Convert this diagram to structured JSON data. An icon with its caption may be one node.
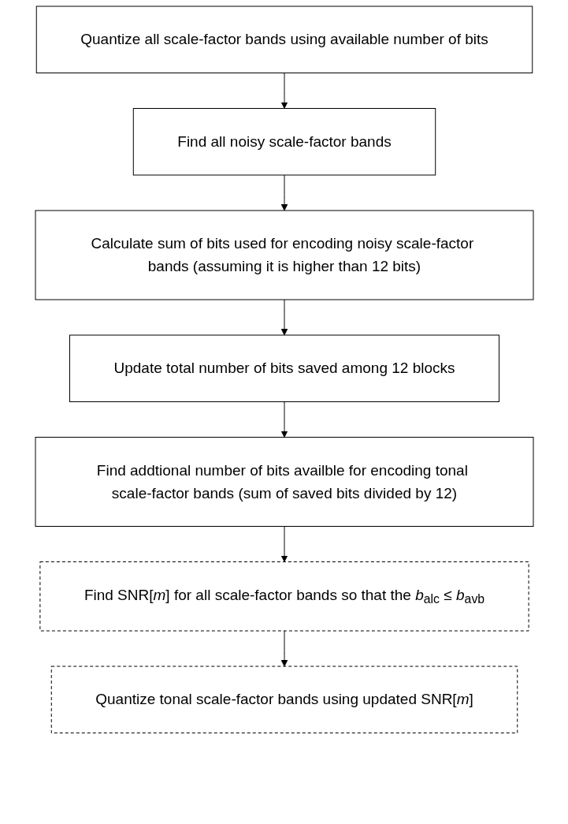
{
  "diagram": {
    "nodes": [
      {
        "text": [
          "Quantize all scale-factor bands using available number of bits"
        ]
      },
      {
        "text": [
          "Find all noisy scale-factor bands"
        ]
      },
      {
        "text": [
          "Calculate sum of bits used for encoding noisy scale-factor bands (assuming it is higher than 12 bits)"
        ]
      },
      {
        "text": [
          "Update total number of bits saved among 12 blocks"
        ]
      },
      {
        "text": [
          "Find addtional number of bits availble for encoding tonal scale-factor bands (sum of saved bits divided by 12)"
        ]
      },
      {
        "text": [
          "Find SNR[*m*] for all scale-factor bands so that the *b*$_{alc}$ ≤ *b*$_{avb}$"
        ]
      },
      {
        "text": [
          "Quantize tonal scale-factor bands using updated SNR[*m*]"
        ]
      }
    ],
    "edges": [
      {
        "from": 0,
        "to": 1,
        "arrow": "to"
      },
      {
        "from": 1,
        "to": 2,
        "arrow": "to"
      },
      {
        "from": 2,
        "to": 3,
        "arrow": "to"
      },
      {
        "from": 3,
        "to": 4,
        "arrow": "to"
      },
      {
        "from": 4,
        "to": 5,
        "arrow": "to"
      },
      {
        "from": 5,
        "to": 6,
        "arrow": "to"
      }
    ]
  }
}
